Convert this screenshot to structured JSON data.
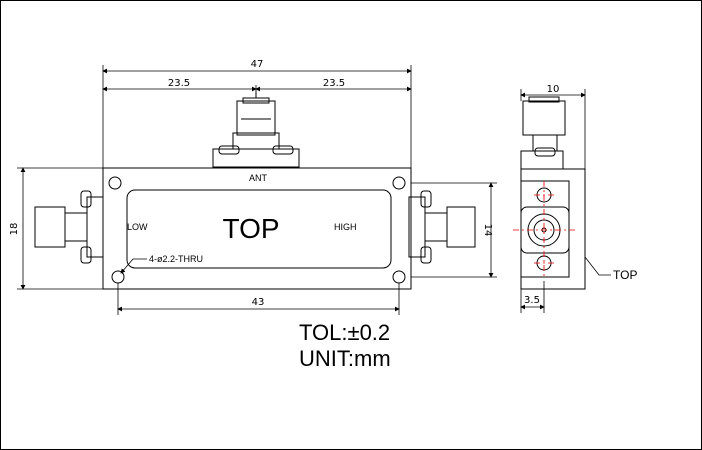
{
  "dimensions": {
    "total_length": "47",
    "half_left": "23.5",
    "half_right": "23.5",
    "height": "18",
    "inner_height": "14",
    "hole_spacing": "43",
    "side_width": "10",
    "side_offset": "3.5"
  },
  "labels": {
    "ant": "ANT",
    "low": "LOW",
    "high": "HIGH",
    "top_main": "TOP",
    "hole_spec": "4-ø2.2-THRU",
    "side_top": "TOP"
  },
  "notes": {
    "tolerance": "TOL:±0.2",
    "unit": "UNIT:mm"
  },
  "colors": {
    "line": "#000000",
    "centerline": "#ff0000"
  }
}
